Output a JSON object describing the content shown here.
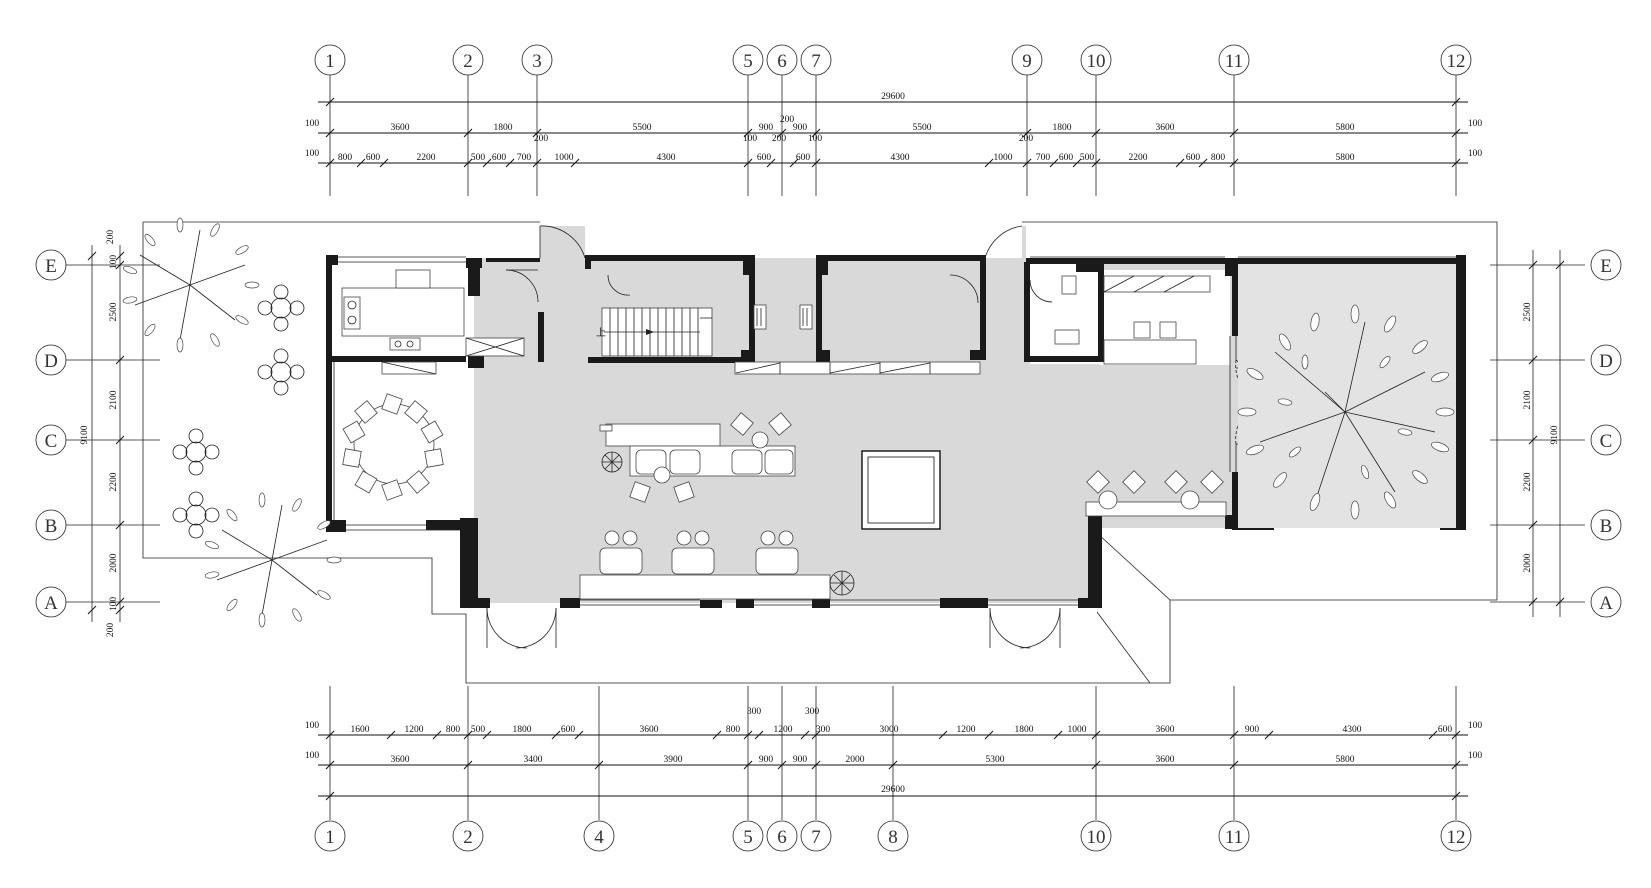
{
  "axes": {
    "top_labels": [
      "1",
      "2",
      "3",
      "5",
      "6",
      "7",
      "9",
      "10",
      "11",
      "12"
    ],
    "bottom_labels": [
      "1",
      "2",
      "4",
      "5",
      "6",
      "7",
      "8",
      "10",
      "11",
      "12"
    ],
    "left_labels": [
      "E",
      "D",
      "C",
      "B",
      "A"
    ],
    "right_labels": [
      "E",
      "D",
      "C",
      "B",
      "A"
    ]
  },
  "top_dims": {
    "total": "29600",
    "row1": [
      "3600",
      "1800",
      "5500",
      "900",
      "900",
      "5500",
      "1800",
      "3600",
      "5800"
    ],
    "row1_extra": [
      "200",
      "100",
      "200",
      "100",
      "200",
      "200"
    ],
    "row2": [
      "800",
      "600",
      "2200",
      "500",
      "600",
      "700",
      "1000",
      "4300",
      "600",
      "600",
      "4300",
      "1000",
      "700",
      "600",
      "500",
      "2200",
      "600",
      "800",
      "5800"
    ],
    "side": [
      "100",
      "100",
      "100",
      "100"
    ]
  },
  "bottom_dims": {
    "row1": [
      "1600",
      "1200",
      "800",
      "500",
      "1800",
      "600",
      "3600",
      "800",
      "1200",
      "3000",
      "1200",
      "1800",
      "1000",
      "3600",
      "900",
      "4300",
      "600"
    ],
    "row1_extra": [
      "300",
      "300",
      "300"
    ],
    "row2": [
      "3600",
      "3400",
      "3900",
      "900",
      "900",
      "2000",
      "5300",
      "3600",
      "5800"
    ],
    "total": "29600",
    "side": [
      "100",
      "100",
      "100",
      "100"
    ]
  },
  "left_dims": {
    "total": "9100",
    "segments": [
      "2500",
      "2100",
      "2200",
      "2000"
    ],
    "extras": [
      "200",
      "100",
      "100",
      "200"
    ]
  },
  "right_dims": {
    "total": "9100",
    "segments": [
      "2500",
      "2100",
      "2200",
      "2000"
    ]
  },
  "stair_label": "上"
}
